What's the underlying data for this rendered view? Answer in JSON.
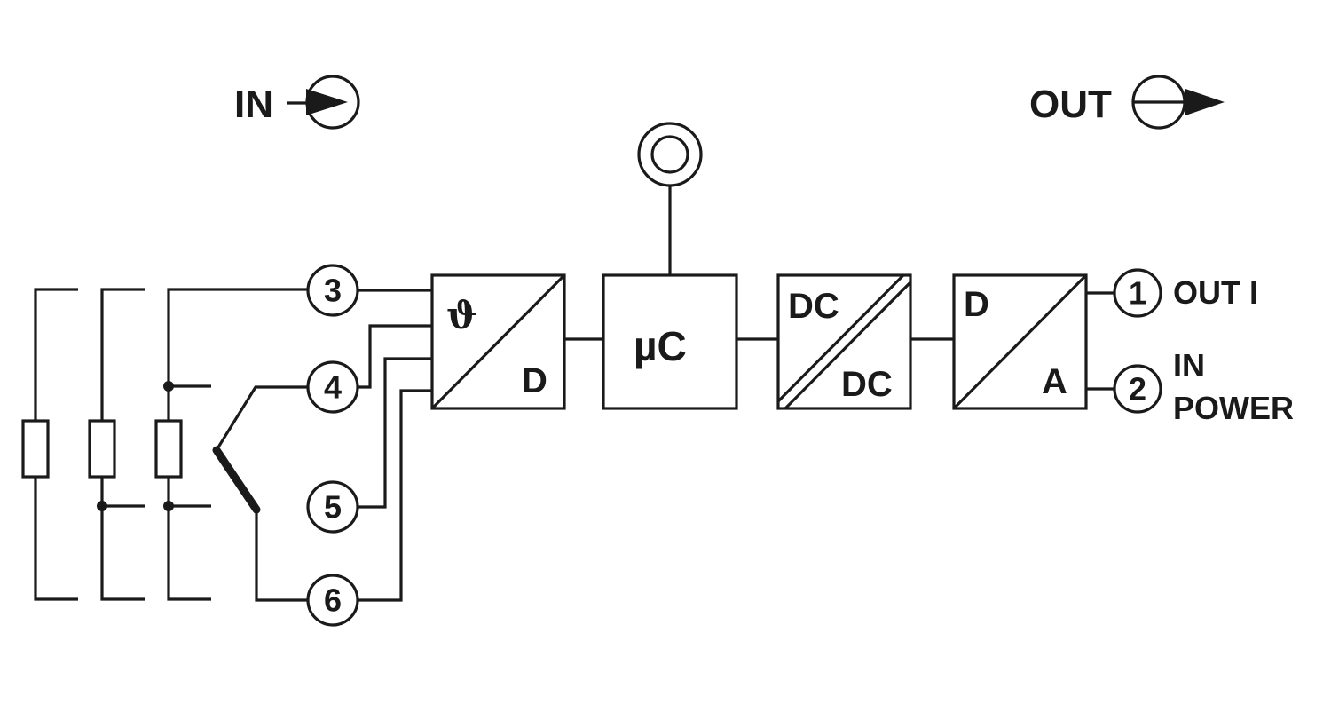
{
  "header": {
    "in_label": "IN",
    "out_label": "OUT"
  },
  "blocks": {
    "adc": {
      "top_symbol": "ϑ",
      "bottom_label": "D"
    },
    "mcu": {
      "label": "µC"
    },
    "dcdc": {
      "top_label": "DC",
      "bottom_label": "DC"
    },
    "dac": {
      "top_label": "D",
      "bottom_label": "A"
    }
  },
  "terminals": {
    "t1": "1",
    "t2": "2",
    "t3": "3",
    "t4": "4",
    "t5": "5",
    "t6": "6"
  },
  "outputs": {
    "out_i": "OUT I",
    "in_line1": "IN",
    "in_line2": "POWER"
  }
}
